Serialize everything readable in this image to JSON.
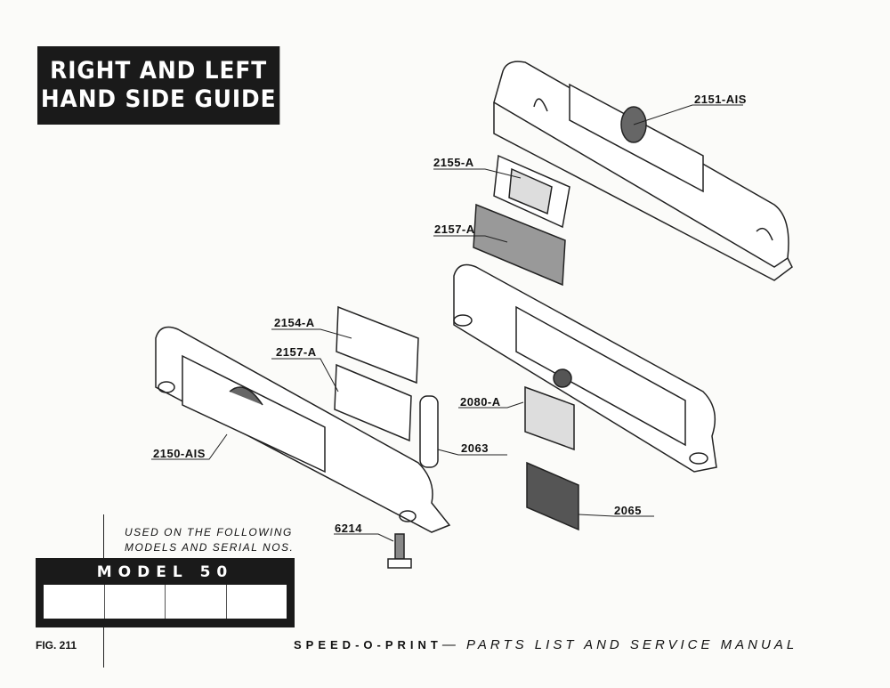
{
  "title": {
    "line1": "RIGHT AND LEFT",
    "line2": "HAND SIDE GUIDE"
  },
  "parts": {
    "p2151": "2151-AIS",
    "p2155": "2155-A",
    "p2157a": "2157-A",
    "p2154": "2154-A",
    "p2157b": "2157-A",
    "p2150": "2150-AIS",
    "p2080": "2080-A",
    "p2063": "2063",
    "p2065": "2065",
    "p6214": "6214"
  },
  "usage": {
    "line1": "USED ON THE FOLLOWING",
    "line2": "MODELS AND SERIAL NOS.",
    "model": "MODEL 50"
  },
  "footer": {
    "fig": "FIG. 211",
    "brand": "SPEED-O-PRINT",
    "rest": "— PARTS LIST AND SERVICE MANUAL"
  }
}
